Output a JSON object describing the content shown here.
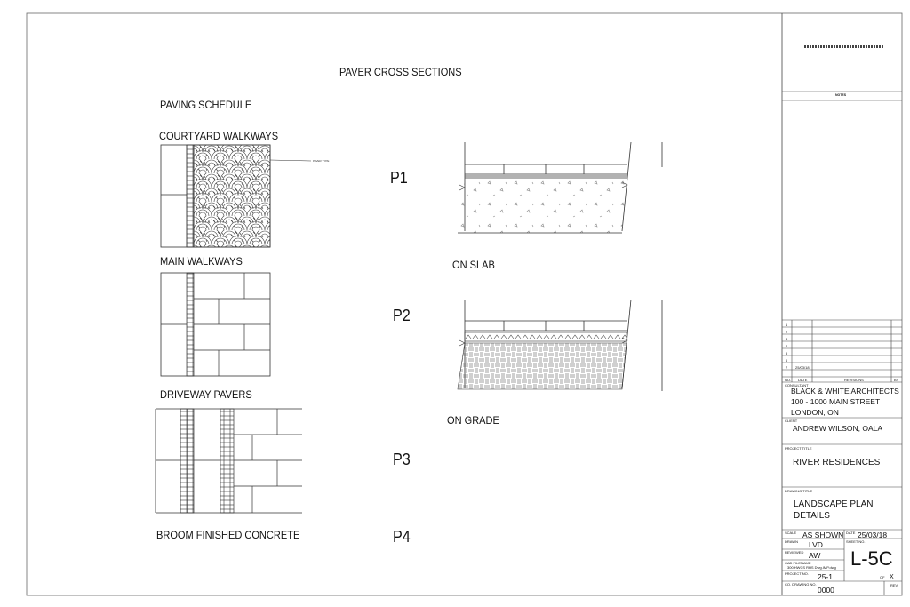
{
  "drawing": {
    "title": "PAVER CROSS SECTIONS",
    "paving_schedule": "PAVING SCHEDULE",
    "items": [
      {
        "label": "COURTYARD WALKWAYS",
        "code": "P1"
      },
      {
        "label": "MAIN WALKWAYS",
        "code": "P2"
      },
      {
        "label": "DRIVEWAY PAVERS",
        "code": "P3"
      },
      {
        "label": "BROOM FINISHED CONCRETE",
        "code": "P4"
      }
    ],
    "section_on_slab": "ON SLAB",
    "section_on_grade": "ON GRADE"
  },
  "title_block": {
    "notes_label": "NOTES",
    "revisions": {
      "rows": [
        "1",
        "2",
        "3",
        "4",
        "5",
        "6",
        "7"
      ],
      "first_date": "25/03/18",
      "headers": {
        "no": "NO.",
        "date": "DATE",
        "revisions": "REVISIONS",
        "by": "BY"
      }
    },
    "consultant_label": "CONSULTANT",
    "consultant": [
      "BLACK & WHITE ARCHITECTS",
      "100 - 1000 MAIN STREET",
      "LONDON, ON"
    ],
    "client_label": "CLIENT",
    "client": "ANDREW WILSON, OALA",
    "project_title_label": "PROJECT TITLE",
    "project_title": "RIVER RESIDENCES",
    "drawing_title_label": "DRAWING TITLE",
    "drawing_title": [
      "LANDSCAPE PLAN",
      "DETAILS"
    ],
    "scale_label": "SCALE",
    "scale": "AS SHOWN",
    "date_label": "DATE",
    "date": "25/03/18",
    "drawn_label": "DRAWN",
    "drawn": "LVD",
    "sheet_no_label": "SHEET NO.",
    "sheet_no": "L-5C",
    "reviewed_label": "REVIEWED",
    "reviewed": "AW",
    "cad_label": "CAD FILENAME",
    "cad": "300 HWCS RHS Dwg.IMP.dwg",
    "project_no_label": "PROJECT NO.",
    "project_no": "25-1",
    "of_label": "OF",
    "of_value": "X",
    "co_drawing_label": "CO. DRAWING NO.",
    "co_drawing": "0000",
    "rev_label": "REV."
  }
}
